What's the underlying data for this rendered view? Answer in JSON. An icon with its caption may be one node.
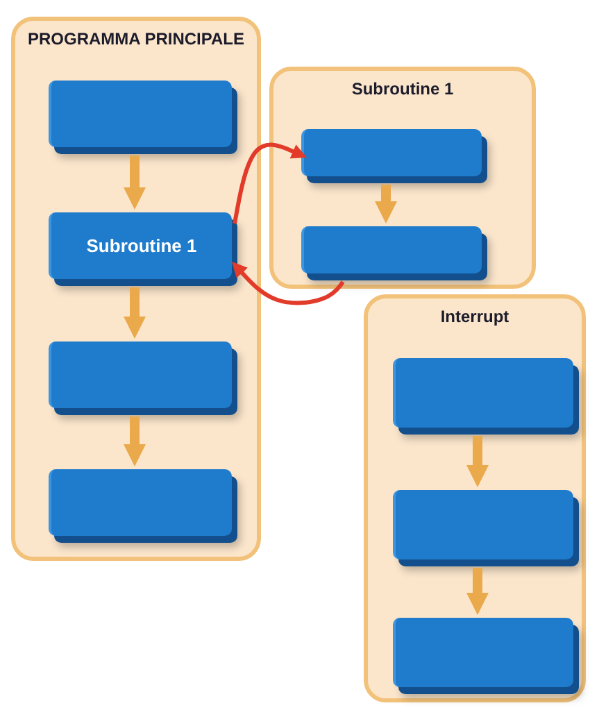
{
  "diagram": {
    "nodes": [
      {
        "text": [
          "PROGRAMMA PRINCIPALE"
        ]
      },
      {
        "text": [],
        "shape": "box",
        "in": 0
      },
      {
        "text": [
          "Subroutine 1"
        ],
        "in": 0
      },
      {
        "text": [],
        "shape": "box",
        "in": 0
      },
      {
        "text": [],
        "shape": "box",
        "in": 0
      },
      {
        "text": [
          "Subroutine 1"
        ]
      },
      {
        "text": [],
        "shape": "box",
        "in": 5
      },
      {
        "text": [],
        "shape": "box",
        "in": 5
      },
      {
        "text": [
          "Interrupt"
        ]
      },
      {
        "text": [],
        "shape": "box",
        "in": 8
      },
      {
        "text": [],
        "shape": "box",
        "in": 8
      },
      {
        "text": [],
        "shape": "box",
        "in": 8
      }
    ],
    "edges": [
      {
        "from": 1,
        "to": 2,
        "arrow": "to"
      },
      {
        "from": 2,
        "to": 3,
        "arrow": "to"
      },
      {
        "from": 3,
        "to": 4,
        "arrow": "to"
      },
      {
        "from": 2,
        "to": 6,
        "arrow": "to",
        "color": "#e23b2a"
      },
      {
        "from": 6,
        "to": 7,
        "arrow": "to"
      },
      {
        "from": 7,
        "to": 2,
        "arrow": "to",
        "color": "#e23b2a"
      },
      {
        "from": 9,
        "to": 10,
        "arrow": "to"
      },
      {
        "from": 10,
        "to": 11,
        "arrow": "to"
      }
    ]
  }
}
